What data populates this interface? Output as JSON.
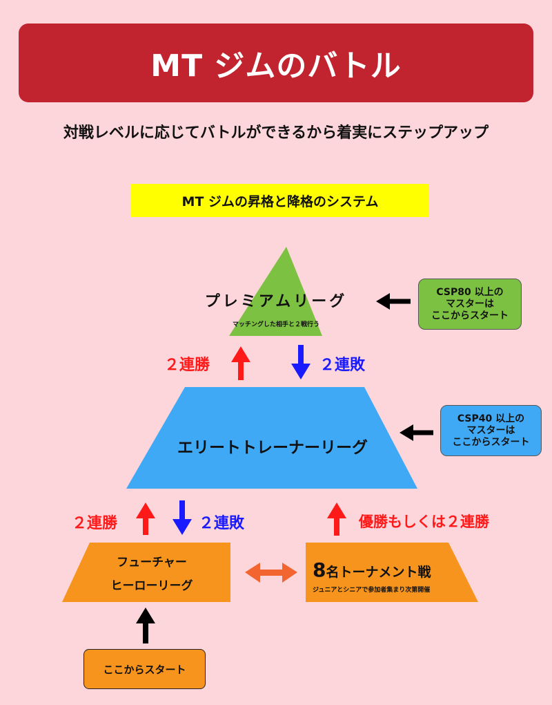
{
  "title": "MT ジムのバトル",
  "subtitle": "対戦レベルに応じてバトルができるから着実にステップアップ",
  "system_label": "MT ジムの昇格と降格のシステム",
  "premier": {
    "title": "プレミアムリーグ",
    "note": "マッチングした相手と２戦行う",
    "start_lines": [
      "CSP80 以上の",
      "マスターは",
      "ここからスタート"
    ],
    "color": "#7dc142"
  },
  "elite": {
    "title": "エリートトレーナーリーグ",
    "start_lines": [
      "CSP40 以上の",
      "マスターは",
      "ここからスタート"
    ],
    "color": "#3fa9f5"
  },
  "future": {
    "title_lines": [
      "フューチャー",
      "ヒーローリーグ"
    ],
    "color": "#f7941d"
  },
  "tournament": {
    "title_num": "8",
    "title_rest": "名トーナメント戦",
    "note": "ジュニアとシニアで参加者集まり次第開催"
  },
  "arrows": {
    "win_upper": "２連勝",
    "lose_upper": "２連敗",
    "win_lower": "２連勝",
    "lose_lower": "２連敗",
    "tournament_up": "優勝もしくは２連勝"
  },
  "start": "ここからスタート",
  "colors": {
    "background": "#fdd6dc",
    "banner": "#c1232f",
    "highlight": "#ffff00",
    "red": "#ff1a1a",
    "blue": "#1a1aff",
    "swap_arrow": "#f26430"
  }
}
